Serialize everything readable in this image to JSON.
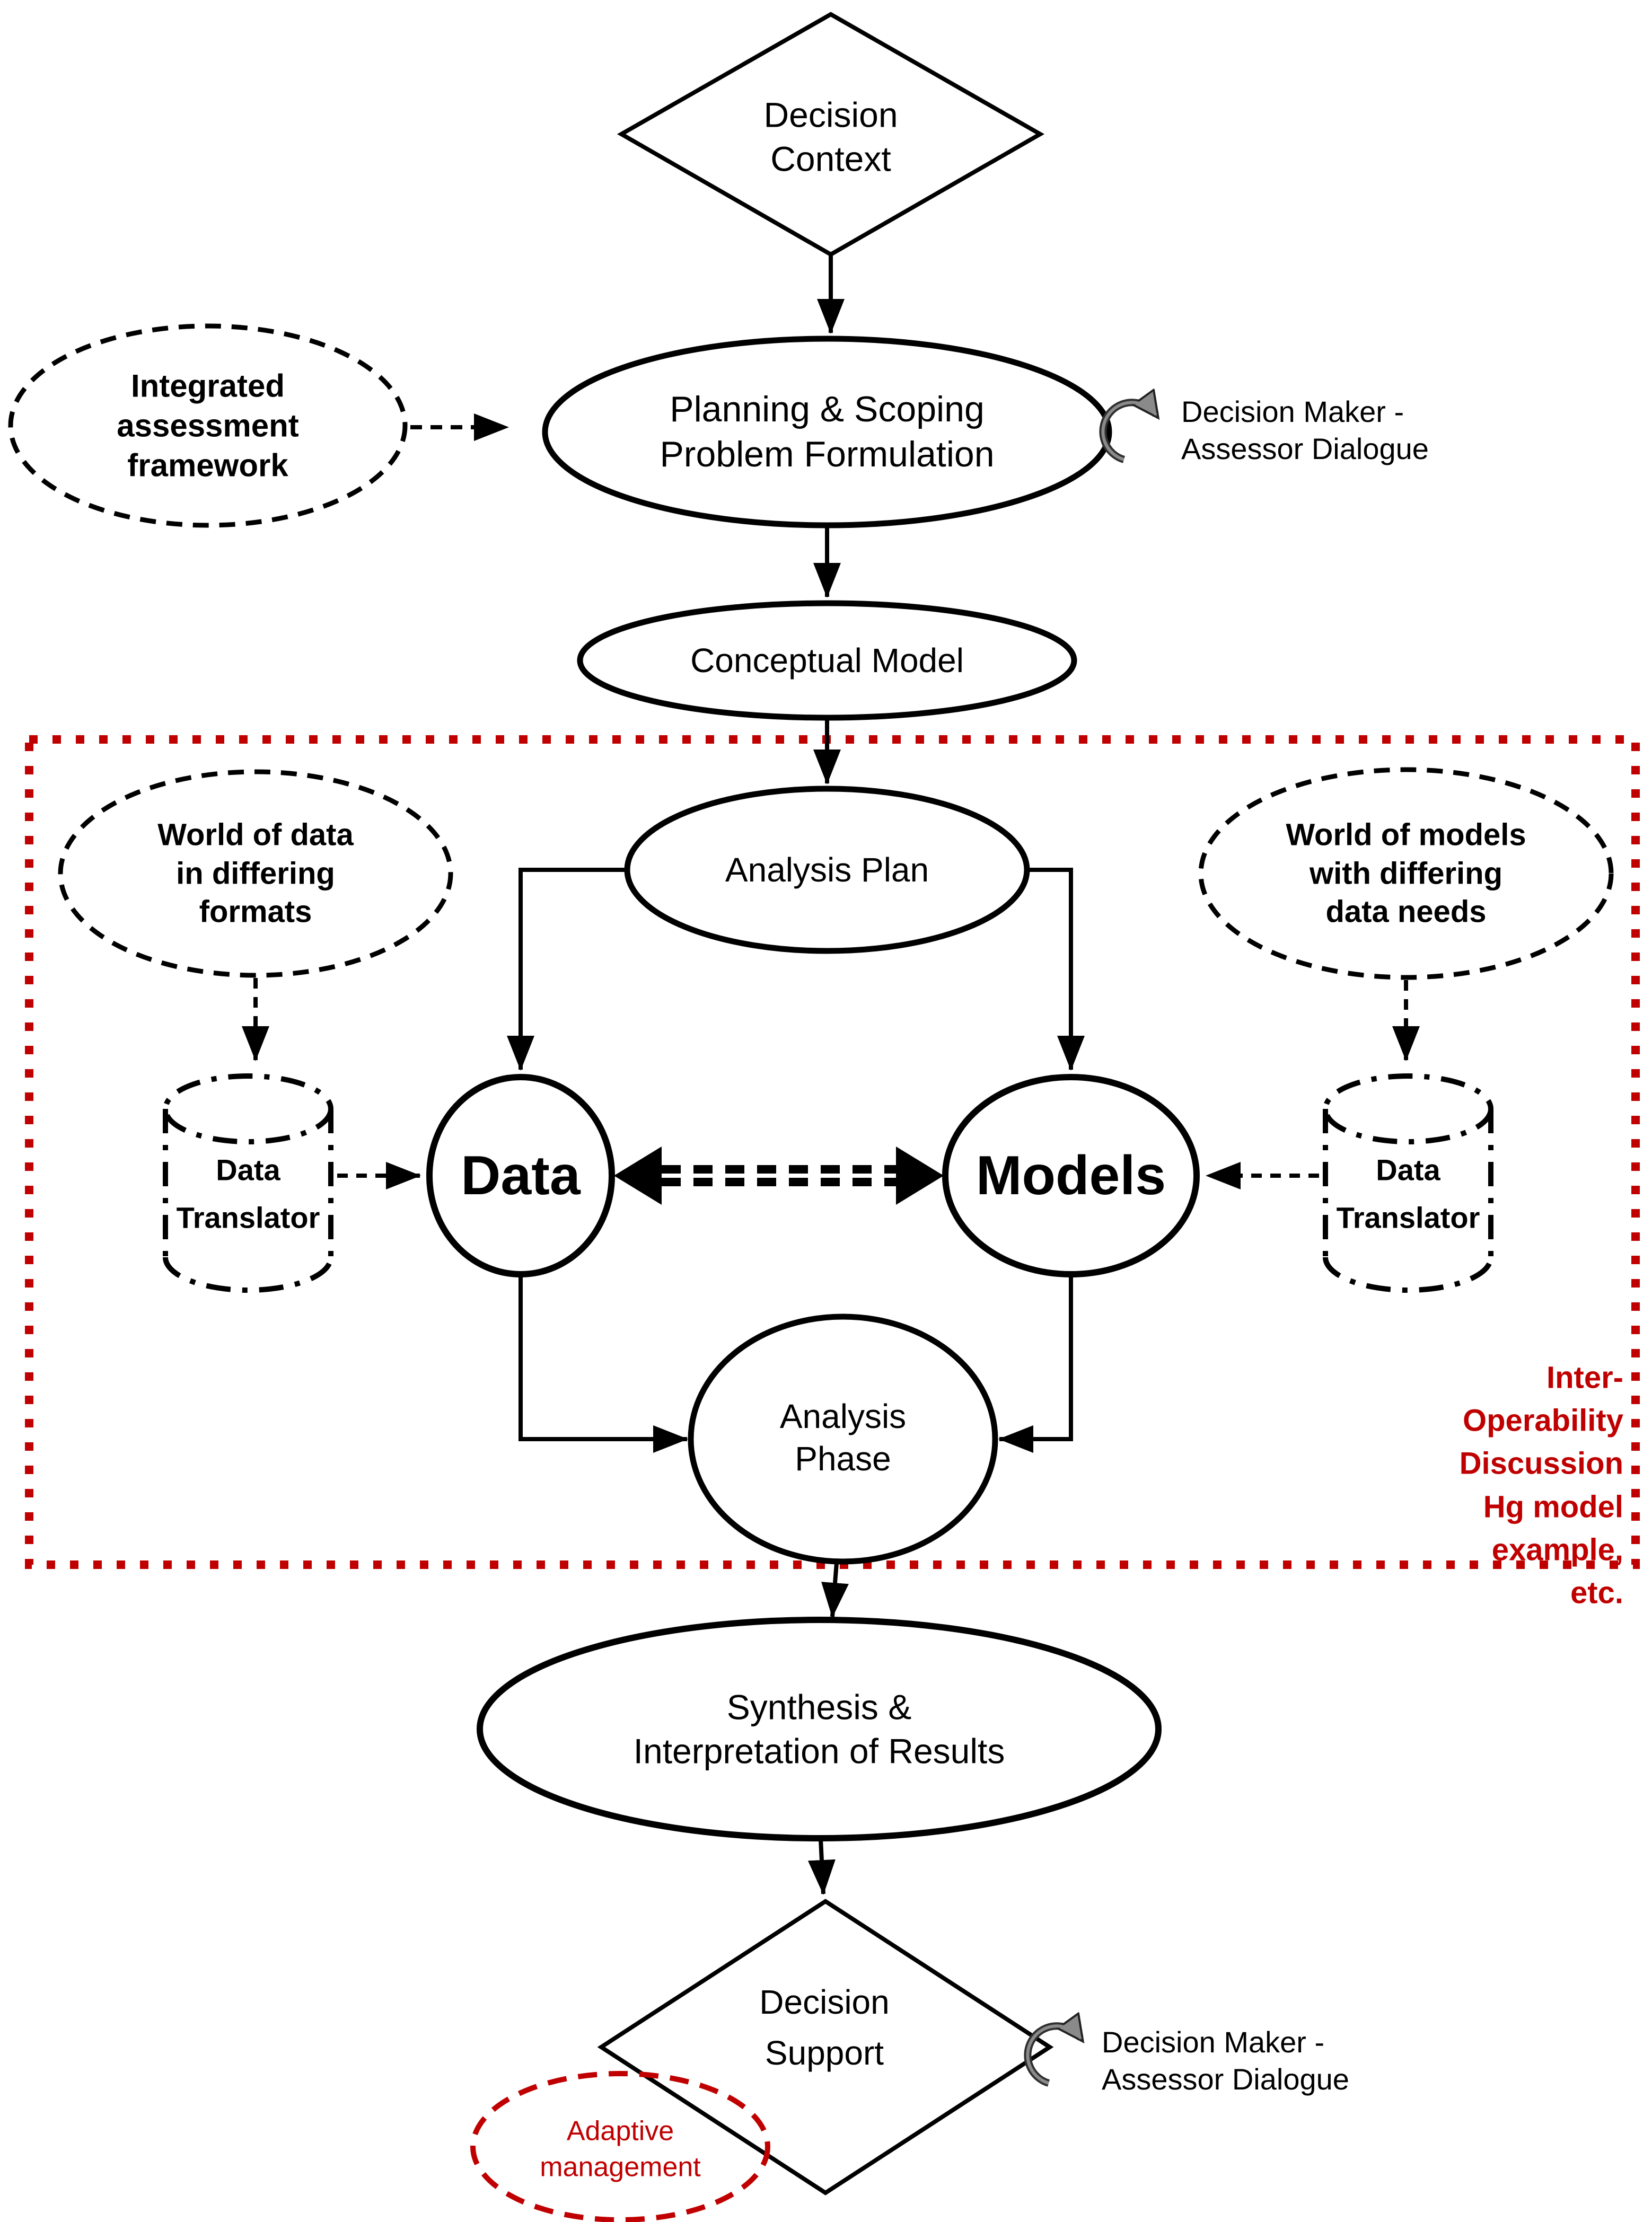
{
  "diagram": {
    "nodes": {
      "decision_context": {
        "label": "Decision\nContext",
        "shape": "diamond"
      },
      "integrated_assessment": {
        "label": "Integrated\nassessment\nframework",
        "shape": "dashed-ellipse"
      },
      "planning_scoping": {
        "label": "Planning & Scoping\nProblem Formulation",
        "shape": "ellipse"
      },
      "dialogue_top": {
        "label": "Decision Maker -\nAssessor Dialogue",
        "shape": "text"
      },
      "conceptual_model": {
        "label": "Conceptual Model",
        "shape": "ellipse"
      },
      "analysis_plan": {
        "label": "Analysis Plan",
        "shape": "ellipse"
      },
      "world_of_data": {
        "label": "World of data\nin differing\nformats",
        "shape": "dashed-ellipse"
      },
      "world_of_models": {
        "label": "World of models\nwith differing\ndata needs",
        "shape": "dashed-ellipse"
      },
      "data_translator_left": {
        "label": "Data\nTranslator",
        "shape": "cylinder"
      },
      "data_translator_right": {
        "label": "Data\nTranslator",
        "shape": "cylinder"
      },
      "data": {
        "label": "Data",
        "shape": "ellipse"
      },
      "models": {
        "label": "Models",
        "shape": "ellipse"
      },
      "analysis_phase": {
        "label": "Analysis\nPhase",
        "shape": "ellipse"
      },
      "interoperability_note": {
        "label": "Inter-Operability Discussion\nHg model example, etc.",
        "shape": "text"
      },
      "synthesis": {
        "label": "Synthesis &\nInterpretation of Results",
        "shape": "ellipse"
      },
      "decision_support": {
        "label": "Decision\nSupport",
        "shape": "diamond"
      },
      "dialogue_bottom": {
        "label": "Decision Maker -\nAssessor Dialogue",
        "shape": "text"
      },
      "adaptive_management": {
        "label": "Adaptive\nmanagement",
        "shape": "red-dashed-ellipse"
      }
    },
    "icons": {
      "loop_top": "circular-loop-arrow",
      "loop_bottom": "circular-loop-arrow"
    },
    "colors": {
      "accent_red": "#c00000",
      "black": "#000000",
      "loop_gray": "#8a8a8a",
      "background": "#ffffff"
    }
  }
}
